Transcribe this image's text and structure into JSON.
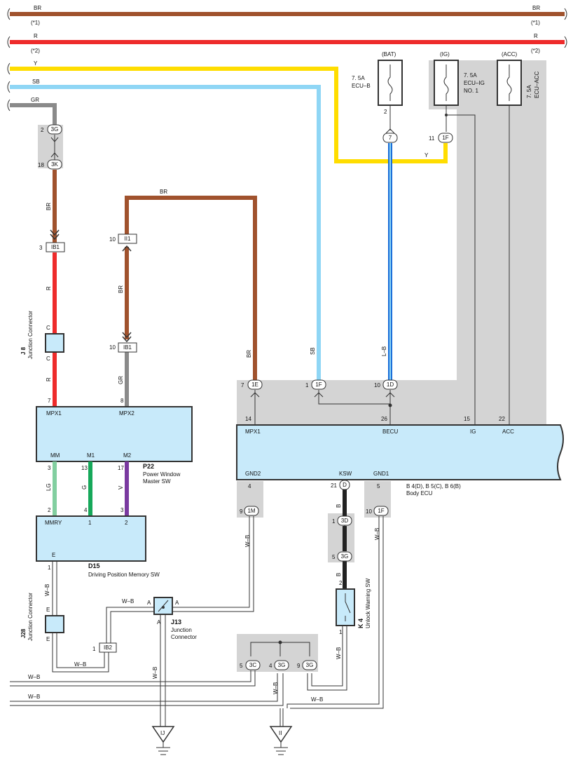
{
  "rails": [
    {
      "wire": "BR",
      "note": "(*1)",
      "color": "#a0522d"
    },
    {
      "wire": "R",
      "note": "(*2)",
      "color": "#ee2b2b"
    }
  ],
  "wires": {
    "Y": "Y",
    "SB": "SB",
    "GR": "GR",
    "BR": "BR",
    "R": "R",
    "LB": "L–B",
    "LG": "LG",
    "G": "G",
    "V": "V",
    "WB": "W–B",
    "B": "B"
  },
  "fuses": [
    {
      "source": "(BAT)",
      "rating": "7. 5A",
      "name": "ECU–B",
      "pin": "2"
    },
    {
      "source": "(IG)",
      "rating": "7. 5A",
      "name": "ECU–IG",
      "name2": "NO. 1"
    },
    {
      "source": "(ACC)",
      "rating": "7. 5A",
      "name": "ECU–ACC"
    }
  ],
  "connectors": {
    "c3G_top": "3G",
    "c3K": "3K",
    "cIB1a": "IB1",
    "cII1": "II1",
    "cIB1b": "IB1",
    "c7": "7",
    "c1F_ig": "1F",
    "c1E": "1E",
    "c1F": "1F",
    "c1D": "1D",
    "c1M": "1M",
    "cD": "D",
    "c1F_gnd": "1F",
    "c3D": "3D",
    "c3G_ksw": "3G",
    "cIB2": "IB2",
    "c3C": "3C",
    "c3G_g4": "3G",
    "c3G_g9": "3G"
  },
  "pins": {
    "p2": "2",
    "p18": "18",
    "p3": "3",
    "p10a": "10",
    "p10b": "10",
    "p11": "11",
    "p7a": "7",
    "p1a": "1",
    "p10c": "10",
    "p14": "14",
    "p26": "26",
    "p15": "15",
    "p22": "22",
    "p7b": "7",
    "p8": "8",
    "p3m": "3",
    "p13": "13",
    "p17": "17",
    "p2m": "2",
    "p4m": "4",
    "p3n": "3",
    "p4": "4",
    "p9": "9",
    "p21": "21",
    "p5": "5",
    "p10d": "10",
    "p1b": "1",
    "p5b": "5",
    "p2k": "2",
    "p1k": "1",
    "p1e": "1",
    "p1ib2": "1",
    "p5g": "5",
    "p4g": "4",
    "p9g": "9"
  },
  "junctions": {
    "j8": {
      "id": "J 8",
      "desc": "Junction Connector",
      "pin": "C"
    },
    "j28": {
      "id": "J28",
      "desc": "Junction Connector",
      "pin": "E"
    },
    "j13": {
      "id": "J13",
      "desc": "Junction",
      "desc2": "Connector",
      "pin": "A"
    }
  },
  "components": {
    "p22": {
      "id": "P22",
      "desc": "Power Window",
      "desc2": "Master SW",
      "mpx1": "MPX1",
      "mpx2": "MPX2",
      "mm": "MM",
      "m1": "M1",
      "m2": "M2"
    },
    "d15": {
      "id": "D15",
      "desc": "Driving Position Memory SW",
      "mmry": "MMRY",
      "p1": "1",
      "p2": "2",
      "e": "E"
    },
    "becu": {
      "id": "B 4(D), B 5(C), B 6(B)",
      "desc": "Body ECU",
      "mpx1": "MPX1",
      "becu": "BECU",
      "ig": "IG",
      "acc": "ACC",
      "gnd2": "GND2",
      "ksw": "KSW",
      "gnd1": "GND1"
    },
    "k4": {
      "id": "K 4",
      "desc": "Unlock Warning SW"
    }
  },
  "grounds": [
    "IJ",
    "II"
  ],
  "colors": {
    "BR": "#a0522d",
    "R": "#ee2b2b",
    "Y": "#ffdd00",
    "SB": "#8fd6f5",
    "GR": "#8a8a8a",
    "LG": "#82cfa0",
    "G": "#16a85a",
    "V": "#7a3aa0",
    "LB": "#1a6ed8",
    "box": "#c8eafa",
    "shade": "#d4d4d4"
  }
}
